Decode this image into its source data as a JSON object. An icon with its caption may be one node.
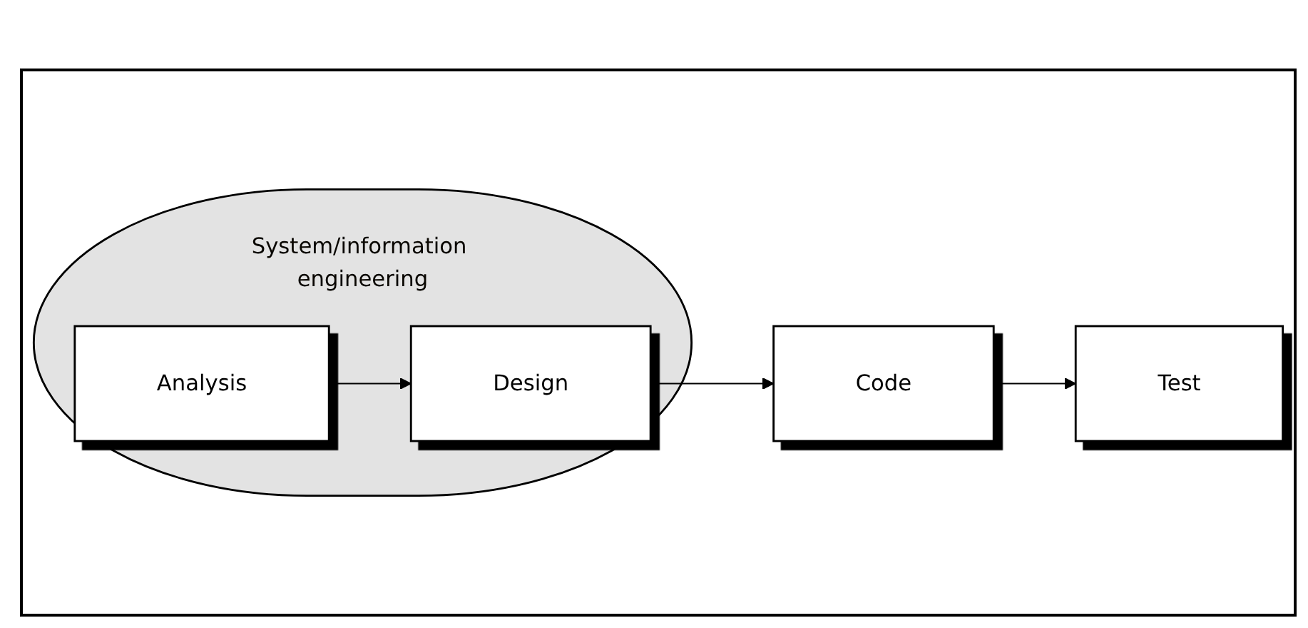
{
  "diagram": {
    "nodes": [
      {
        "text": [
          "System/information engineering"
        ]
      },
      {
        "text": [
          "Analysis"
        ],
        "in": 0
      },
      {
        "text": [
          "Design"
        ],
        "in": 0
      },
      {
        "text": [
          "Code"
        ]
      },
      {
        "text": [
          "Test"
        ]
      }
    ],
    "edges": [
      {
        "from": 1,
        "to": 2,
        "arrow": "to"
      },
      {
        "from": 2,
        "to": 3,
        "arrow": "to"
      },
      {
        "from": 3,
        "to": 4,
        "arrow": "to"
      }
    ]
  }
}
